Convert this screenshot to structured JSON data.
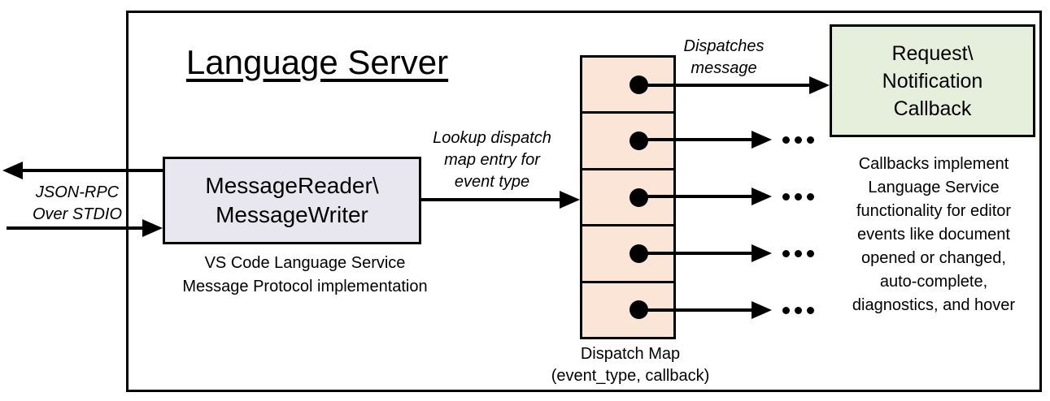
{
  "title": "Language Server",
  "io_label": {
    "lines": [
      "JSON-RPC",
      "Over STDIO"
    ]
  },
  "reader_box": {
    "lines": [
      "MessageReader\\",
      "MessageWriter"
    ],
    "caption_lines": [
      "VS Code Language Service",
      "Message Protocol implementation"
    ]
  },
  "lookup_label": {
    "lines": [
      "Lookup dispatch",
      "map entry for",
      "event type"
    ]
  },
  "dispatch_label": {
    "lines": [
      "Dispatches",
      "message"
    ]
  },
  "dispatch_map": {
    "cell_count": 5,
    "label_lines": [
      "Dispatch Map",
      "(event_type, callback)"
    ]
  },
  "callback_box": {
    "lines": [
      "Request\\",
      "Notification",
      "Callback"
    ]
  },
  "callback_note": {
    "lines": [
      "Callbacks implement",
      "Language Service",
      "functionality for editor",
      "events like document",
      "opened or changed,",
      "auto-complete,",
      "diagnostics, and hover"
    ]
  },
  "ellipsis": "...",
  "colors": {
    "reader_box_fill": "#E8E6EF",
    "dispatch_cell_fill": "#FBE5D6",
    "callback_box_fill": "#E6EFDC",
    "line_color": "#000000"
  }
}
